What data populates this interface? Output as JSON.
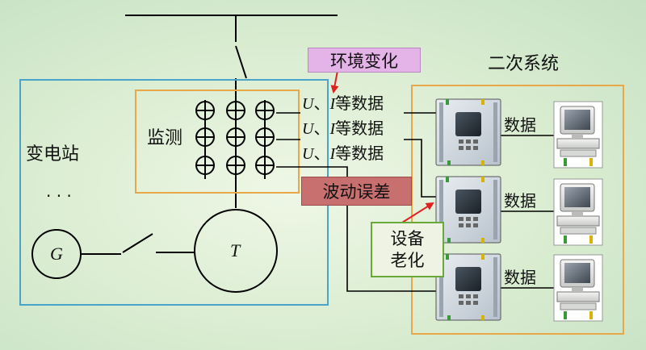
{
  "labels": {
    "substation": "变电站",
    "ellipsis": "· · ·",
    "monitoring": "监测",
    "secondary_system": "二次系统",
    "generator": "G",
    "transformer": "T"
  },
  "measurement_lines": [
    {
      "u": "U",
      "sep": "、",
      "i": "I",
      "text": "等数据"
    },
    {
      "u": "U",
      "sep": "、",
      "i": "I",
      "text": "等数据"
    },
    {
      "u": "U",
      "sep": "、",
      "i": "I",
      "text": "等数据"
    }
  ],
  "data_links": [
    "数据",
    "数据",
    "数据"
  ],
  "callouts": {
    "environment_change": "环境变化",
    "fluctuation_error": "波动误差",
    "device_aging_line1": "设备",
    "device_aging_line2": "老化"
  },
  "colors": {
    "substation_box": "#4aa3c9",
    "monitoring_box": "#e8a84a",
    "secondary_box": "#e8a84a",
    "environment_callout": "#e4b3e8",
    "fluctuation_callout": "#c8706f",
    "aging_callout_border": "#6aa83a",
    "arrow": "#e02020"
  }
}
